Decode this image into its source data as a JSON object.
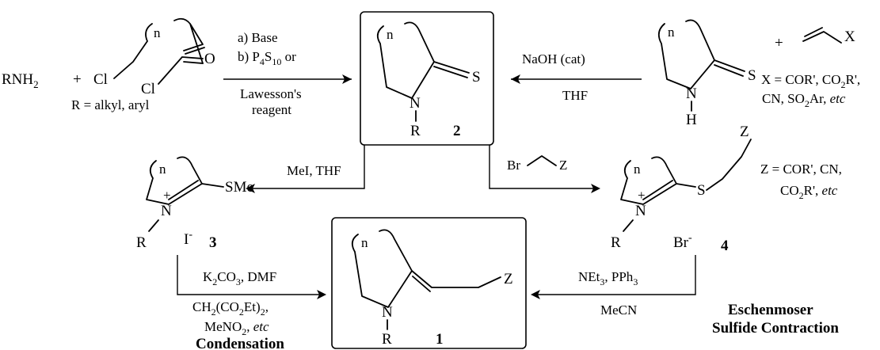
{
  "reagents": {
    "amine": "RNH",
    "amine_sub": "2",
    "plus": "+",
    "r_def": "R = alkyl, aryl",
    "step_a": "a) Base",
    "step_b": "b) P",
    "step_b_sub1": "4",
    "step_b_s": "S",
    "step_b_sub2": "10",
    "step_b_or": " or",
    "lawesson_1": "Lawesson's",
    "lawesson_2": "reagent",
    "naoh": "NaOH (cat)",
    "thf": "THF",
    "x_def_1": "X = COR', CO",
    "x_def_1_sub": "2",
    "x_def_1_end": "R',",
    "x_def_2": "CN, SO",
    "x_def_2_sub": "2",
    "x_def_2_end": "Ar, ",
    "etc": "etc",
    "mei": "MeI, THF",
    "bromide": "Br",
    "z_def_1": "Z = COR', CN,",
    "z_def_2": "CO",
    "z_def_2_sub": "2",
    "z_def_2_end": "R',  ",
    "k2co3": "K",
    "k2co3_sub1": "2",
    "k2co3_co": "CO",
    "k2co3_sub2": "3",
    "k2co3_end": ", DMF",
    "malonate_1": "CH",
    "malonate_sub1": "2",
    "malonate_2": "(CO",
    "malonate_sub2": "2",
    "malonate_3": "Et)",
    "malonate_sub3": "2",
    "malonate_4": ",",
    "meno2": "MeNO",
    "meno2_sub": "2",
    "meno2_end": ", ",
    "net3": "NEt",
    "net3_sub": "3",
    "pph3": ", PPh",
    "pph3_sub": "3",
    "mecn": "MeCN",
    "condensation": "Condensation",
    "eschenmoser_1": "Eschenmoser",
    "eschenmoser_2": "Sulfide Contraction"
  },
  "atoms": {
    "cl": "Cl",
    "o": "O",
    "s": "S",
    "n": "N",
    "h": "H",
    "r": "R",
    "x": "X",
    "z": "Z",
    "ring_n": "n",
    "sme": "SMe",
    "iodide": "I",
    "bromide_ion": "Br",
    "minus": "-",
    "plus_charge": "+"
  },
  "compounds": {
    "c1": "1",
    "c2": "2",
    "c3": "3",
    "c4": "4"
  }
}
